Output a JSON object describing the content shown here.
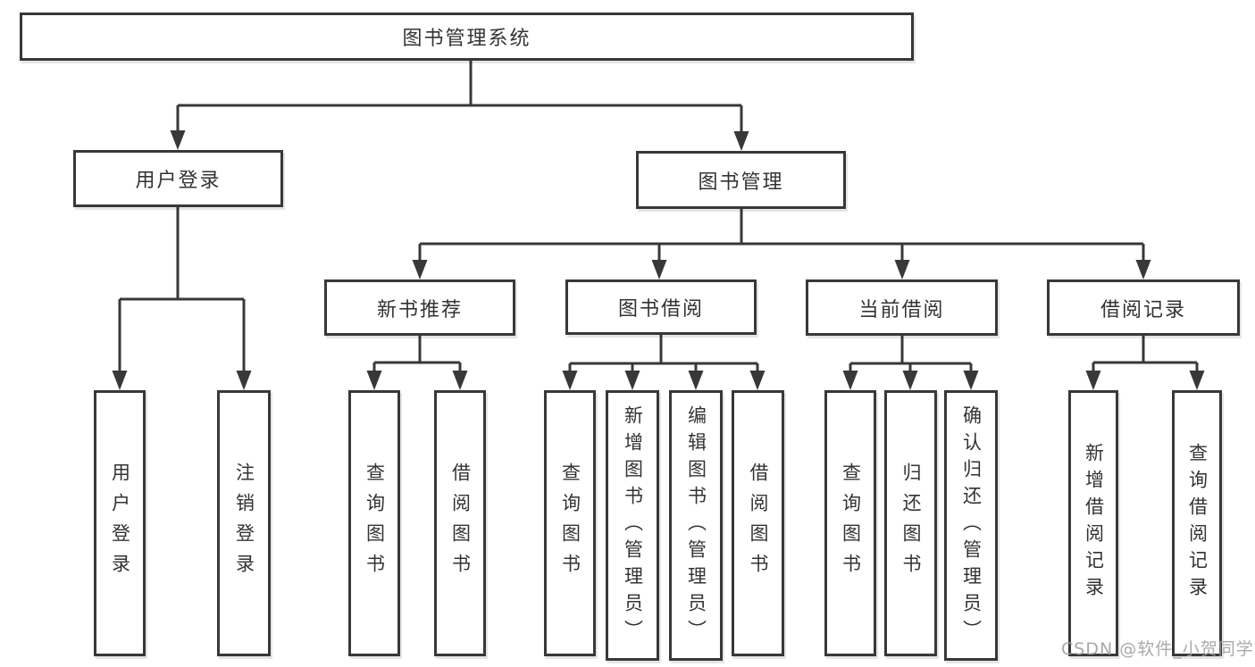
{
  "tree": {
    "root": {
      "label": "图书管理系统"
    },
    "branches": [
      {
        "label": "用户登录",
        "children": [
          {
            "label": "用户登录"
          },
          {
            "label": "注销登录"
          }
        ]
      },
      {
        "label": "图书管理",
        "children": [
          {
            "label": "新书推荐",
            "children": [
              {
                "label": "查询图书"
              },
              {
                "label": "借阅图书"
              }
            ]
          },
          {
            "label": "图书借阅",
            "children": [
              {
                "label": "查询图书"
              },
              {
                "label": "新增图书（管理员）"
              },
              {
                "label": "编辑图书（管理员）"
              },
              {
                "label": "借阅图书"
              }
            ]
          },
          {
            "label": "当前借阅",
            "children": [
              {
                "label": "查询图书"
              },
              {
                "label": "归还图书"
              },
              {
                "label": "确认归还（管理员）"
              }
            ]
          },
          {
            "label": "借阅记录",
            "children": [
              {
                "label": "新增借阅记录"
              },
              {
                "label": "查询借阅记录"
              }
            ]
          }
        ]
      }
    ]
  },
  "watermark": {
    "text": "CSDN @软件_小贺同学"
  },
  "colors": {
    "line": "#383838",
    "text": "#333333",
    "watermark": "#a0a0a0",
    "background": "#ffffff"
  }
}
